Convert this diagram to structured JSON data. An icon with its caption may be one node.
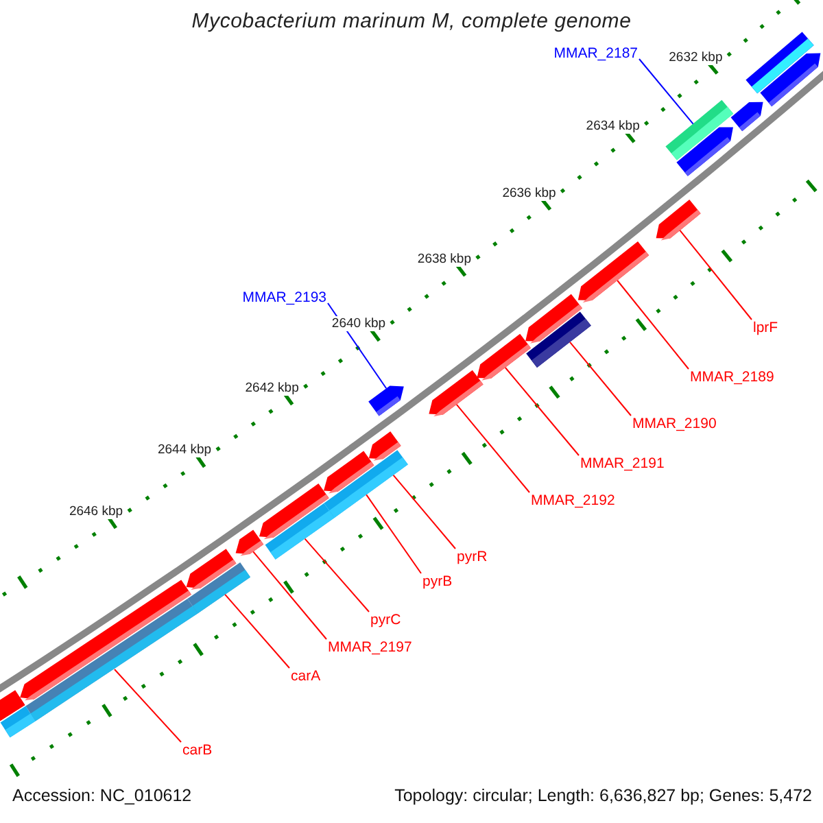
{
  "diagram": {
    "title": "Mycobacterium marinum M, complete genome",
    "nodes": [
      {
        "text": [
          "MMAR_2187"
        ]
      },
      {
        "text": [
          "MMAR_2193"
        ]
      },
      {
        "text": [
          "lprF"
        ]
      },
      {
        "text": [
          "MMAR_2189"
        ]
      },
      {
        "text": [
          "MMAR_2190"
        ]
      },
      {
        "text": [
          "MMAR_2191"
        ]
      },
      {
        "text": [
          "MMAR_2192"
        ]
      },
      {
        "text": [
          "pyrR"
        ]
      },
      {
        "text": [
          "pyrB"
        ]
      },
      {
        "text": [
          "pyrC"
        ]
      },
      {
        "text": [
          "MMAR_2197"
        ]
      },
      {
        "text": [
          "carA"
        ]
      },
      {
        "text": [
          "carB"
        ]
      },
      {
        "text": [],
        "shape": "bar"
      },
      {
        "text": [],
        "shape": "bar"
      },
      {
        "text": [],
        "shape": "bar"
      },
      {
        "text": [],
        "shape": "bar"
      },
      {
        "text": [],
        "shape": "bar"
      },
      {
        "text": [],
        "shape": "bar"
      },
      {
        "text": [],
        "shape": "bar"
      },
      {
        "text": [],
        "shape": "bar"
      },
      {
        "text": [],
        "shape": "bar"
      },
      {
        "text": [],
        "shape": "bar"
      },
      {
        "text": [],
        "shape": "bar"
      },
      {
        "text": [],
        "shape": "bar"
      },
      {
        "text": [],
        "shape": "bar"
      },
      {
        "text": [],
        "shape": "bar"
      },
      {
        "text": [],
        "shape": "bar"
      },
      {
        "text": [],
        "shape": "bar"
      },
      {
        "text": [],
        "shape": "bar"
      },
      {
        "text": [],
        "shape": "bar"
      },
      {
        "text": [],
        "shape": "bar"
      },
      {
        "text": [],
        "shape": "bar"
      },
      {
        "text": [],
        "shape": "bar"
      },
      {
        "text": [],
        "shape": "bar"
      },
      {
        "text": [],
        "shape": "bar"
      },
      {
        "text": [],
        "shape": "bar"
      }
    ],
    "edges": [
      {
        "from": 0,
        "to": 16,
        "arrow": "none",
        "color": "#0000ff"
      },
      {
        "from": 1,
        "to": 24,
        "arrow": "none",
        "color": "#0000ff"
      },
      {
        "from": 2,
        "to": 18,
        "arrow": "none"
      },
      {
        "from": 3,
        "to": 19,
        "arrow": "none"
      },
      {
        "from": 4,
        "to": 21,
        "arrow": "none"
      },
      {
        "from": 5,
        "to": 22,
        "arrow": "none"
      },
      {
        "from": 6,
        "to": 23,
        "arrow": "none"
      },
      {
        "from": 7,
        "to": 26,
        "arrow": "none"
      },
      {
        "from": 8,
        "to": 26,
        "arrow": "none"
      },
      {
        "from": 9,
        "to": 29,
        "arrow": "none"
      },
      {
        "from": 10,
        "to": 30,
        "arrow": "none"
      },
      {
        "from": 11,
        "to": 32,
        "arrow": "none"
      },
      {
        "from": 12,
        "to": 34,
        "arrow": "none"
      }
    ],
    "labels": [
      "2632 kbp",
      "2634 kbp",
      "2636 kbp",
      "2638 kbp",
      "2640 kbp",
      "2642 kbp",
      "2644 kbp",
      "2646 kbp",
      "Accession: NC_010612",
      "Topology: circular; Length: 6,636,827 bp; Genes: 5,472"
    ]
  }
}
